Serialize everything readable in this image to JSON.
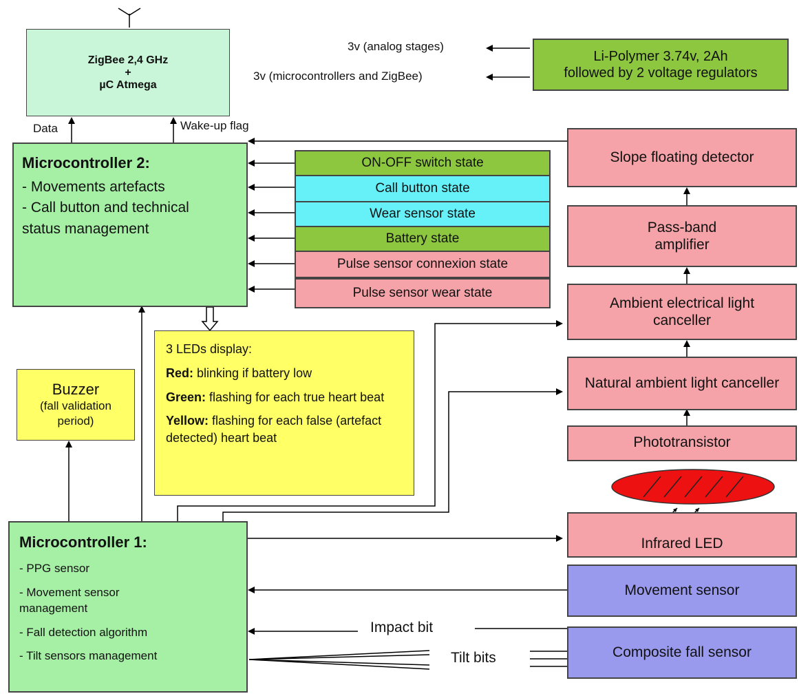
{
  "zigbee": {
    "line1": "ZigBee 2,4 GHz",
    "line2": "+",
    "line3": "µC Atmega"
  },
  "power": {
    "box_line1": "Li-Polymer 3.74v, 2Ah",
    "box_line2": "followed by 2  voltage regulators",
    "out1": "3v (analog stages)",
    "out2": "3v (microcontrollers and ZigBee)"
  },
  "labels": {
    "data": "Data",
    "wakeup": "Wake-up  flag",
    "impact": "Impact bit",
    "tilt": "Tilt bits"
  },
  "mc2": {
    "title": "Microcontroller 2:",
    "items": [
      "- Movements artefacts",
      "- Call button and technical",
      "status management"
    ]
  },
  "states": [
    "ON-OFF switch state",
    "Call button state",
    "Wear sensor state",
    "Battery state",
    "Pulse sensor connexion state",
    "Pulse sensor wear state"
  ],
  "leds": {
    "title": "3 LEDs display:",
    "red_label": "Red:",
    "red_text": " blinking if battery low",
    "green_label": "Green:",
    "green_text": " flashing for each true heart beat",
    "yellow_label": "Yellow:",
    "yellow_text": " flashing for each false (artefact detected) heart beat"
  },
  "buzzer": {
    "title": "Buzzer",
    "sub": "(fall validation period)"
  },
  "mc1": {
    "title": "Microcontroller 1:",
    "items": [
      "- PPG sensor",
      "- Movement sensor management",
      "- Fall detection algorithm",
      "- Tilt  sensors management"
    ]
  },
  "chain": {
    "slope": "Slope floating detector",
    "passband": "Pass-band amplifier",
    "ambient_elec": "Ambient electrical light canceller",
    "natural": "Natural ambient light canceller",
    "photo": "Phototransistor",
    "irled": "Infrared LED",
    "movement": "Movement sensor",
    "fall": "Composite fall sensor"
  }
}
